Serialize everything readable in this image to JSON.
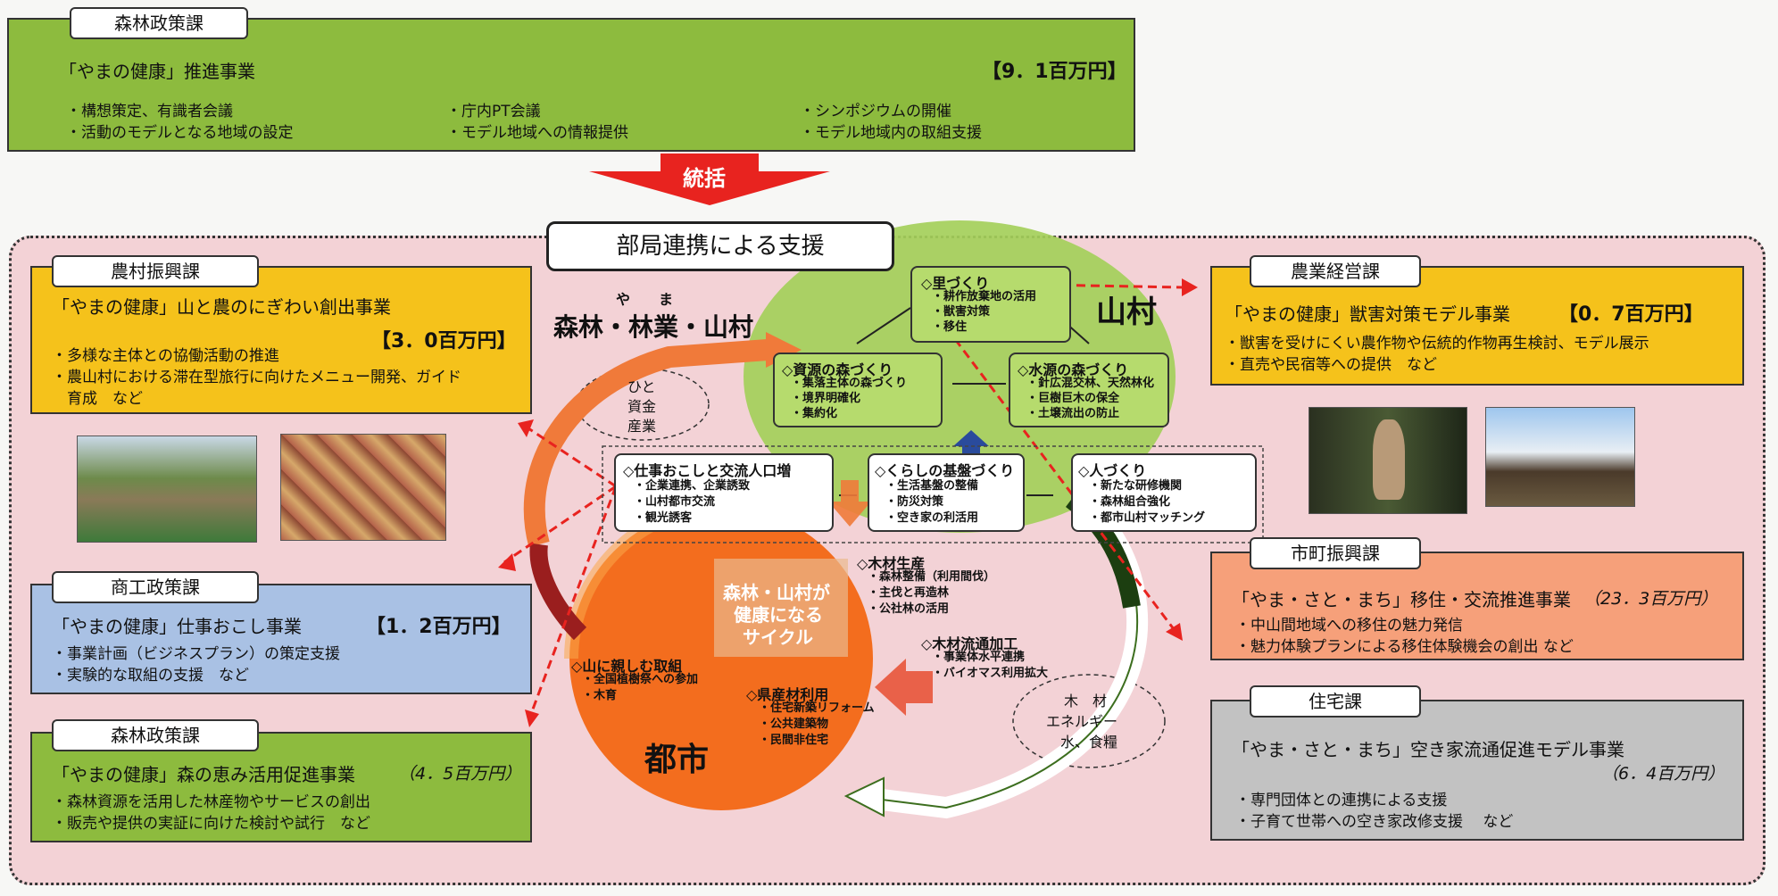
{
  "top": {
    "tab": "森林政策課",
    "title": "「やまの健康」推進事業",
    "budget": "【9．1百万円】",
    "items": [
      "・構想策定、有識者会議",
      "・庁内PT会議",
      "・シンポジウムの開催",
      "・活動のモデルとなる地域の設定",
      "・モデル地域への情報提供",
      "・モデル地域内の取組支援"
    ]
  },
  "arrow_label": "統括",
  "support_label": "部局連携による支援",
  "left": [
    {
      "tab": "農村振興課",
      "title": "「やまの健康」山と農のにぎわい創出事業",
      "budget": "【3．0百万円】",
      "lines": [
        "・多様な主体との協働活動の推進",
        "・農山村における滞在型旅行に向けたメニュー開発、ガイド",
        "　育成　など"
      ]
    },
    {
      "tab": "商工政策課",
      "title": "「やまの健康」仕事おこし事業",
      "budget": "【1．2百万円】",
      "lines": [
        "・事業計画（ビジネスプラン）の策定支援",
        "・実験的な取組の支援　など"
      ]
    },
    {
      "tab": "森林政策課",
      "title": "「やまの健康」森の恵み活用促進事業",
      "budget": "（4．5百万円）",
      "lines": [
        "・森林資源を活用した林産物やサービスの創出",
        "・販売や提供の実証に向けた検討や試行　など"
      ]
    }
  ],
  "right": [
    {
      "tab": "農業経営課",
      "title": "「やまの健康」獣害対策モデル事業",
      "budget": "【0．7百万円】",
      "lines": [
        "・獣害を受けにくい農作物や伝統的作物再生検討、モデル展示",
        "・直売や民宿等への提供　など"
      ]
    },
    {
      "tab": "市町振興課",
      "title": "「やま・さと・まち」移住・交流推進事業",
      "budget": "（23．3百万円）",
      "lines": [
        "・中山間地域への移住の魅力発信",
        "・魅力体験プランによる移住体験機会の創出 など"
      ]
    },
    {
      "tab": "住宅課",
      "title": "「やま・さと・まち」空き家流通促進モデル事業",
      "budget": "（6．4百万円）",
      "lines": [
        "・専門団体との連携による支援",
        "・子育て世帯への空き家改修支援　 など"
      ]
    }
  ],
  "center": {
    "ruby": "や　　ま",
    "heading": "森林・林業・山村",
    "sanson": "山村",
    "toshi": "都市",
    "hito": [
      "ひと",
      "資金",
      "産業"
    ],
    "cycle": [
      "森林・山村が",
      "健康になる",
      "サイクル"
    ],
    "mokuzai": [
      "木　材",
      "エネルギー",
      "水、食糧"
    ],
    "nodes": {
      "sato": {
        "title": "◇里づくり",
        "lines": [
          "・耕作放棄地の活用",
          "・獣害対策",
          "・移住"
        ]
      },
      "shigen": {
        "title": "◇資源の森づくり",
        "lines": [
          "・集落主体の森づくり",
          "・境界明確化",
          "・集約化"
        ]
      },
      "suigen": {
        "title": "◇水源の森づくり",
        "lines": [
          "・針広混交林、天然林化",
          "・巨樹巨木の保全",
          "・土壌流出の防止"
        ]
      },
      "shigoto": {
        "title": "◇仕事おこしと交流人口増",
        "lines": [
          "・企業連携、企業誘致",
          "・山村都市交流",
          "・観光誘客"
        ]
      },
      "kurashi": {
        "title": "◇くらしの基盤づくり",
        "lines": [
          "・生活基盤の整備",
          "・防災対策",
          "・空き家の利活用"
        ]
      },
      "hito": {
        "title": "◇人づくり",
        "lines": [
          "・新たな研修機関",
          "・森林組合強化",
          "・都市山村マッチング"
        ]
      },
      "seisan": {
        "title": "◇木材生産",
        "lines": [
          "・森林整備（利用間伐）",
          "・主伐と再造林",
          "・公社林の活用"
        ]
      },
      "ryutsu": {
        "title": "◇木材流通加工",
        "lines": [
          "・事業体水平連携",
          "・バイオマス利用拡大"
        ]
      },
      "yamani": {
        "title": "◇山に親しむ取組",
        "lines": [
          "・全国植樹祭への参加",
          "・木育"
        ]
      },
      "kensan": {
        "title": "◇県産材利用",
        "lines": [
          "・住宅新築リフォーム",
          "・公共建築物",
          "・民間非住宅"
        ]
      }
    }
  },
  "colors": {
    "green": "#8dbb3e",
    "yellow": "#f5c21b",
    "blue": "#a9c1e4",
    "salmon": "#f6a07a",
    "gray": "#c2c2c2",
    "red_arrow": "#e8231f",
    "pink_bg": "#f3d2d6"
  }
}
